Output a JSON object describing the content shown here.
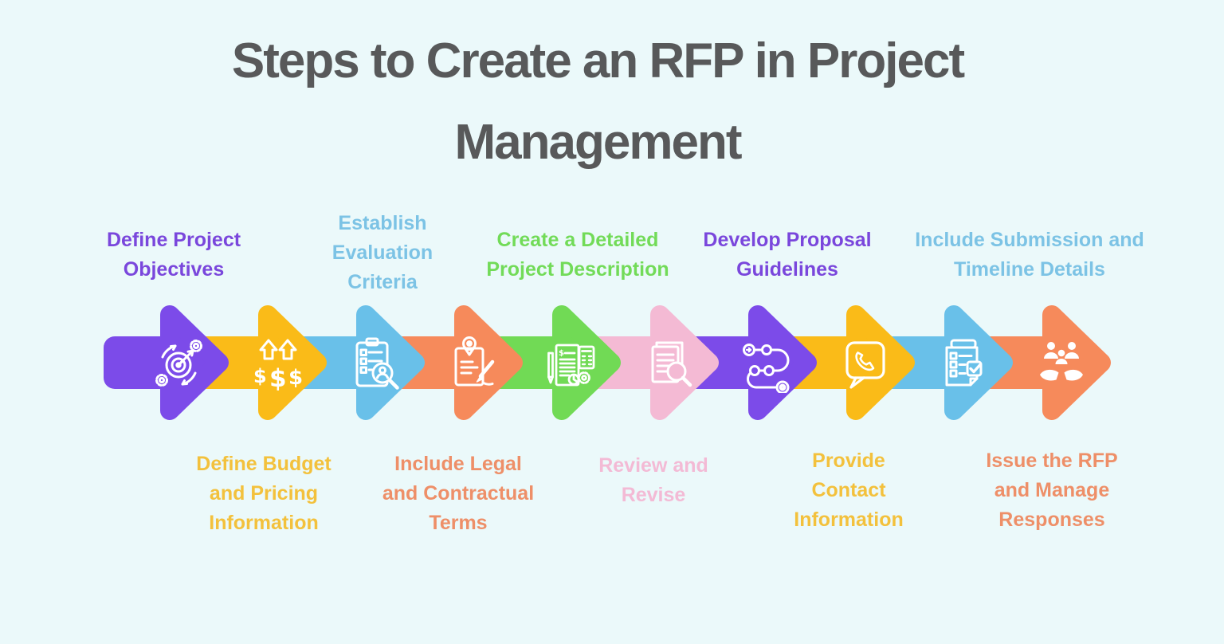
{
  "title": {
    "line1": "Steps to Create an RFP in Project",
    "line2": "Management"
  },
  "colors": {
    "background": "#EBF9FA",
    "title_text": "#58595A",
    "purple": "#7C4BE9",
    "yellow": "#FABB18",
    "blue": "#69C0E9",
    "orange": "#F68A5B",
    "green": "#71DA55",
    "pink": "#F4BAD4"
  },
  "steps": [
    {
      "step": 1,
      "label": "Define Project Objectives",
      "label_lines": [
        "Define Project",
        "Objectives"
      ],
      "label_position": "top",
      "label_color": "#7A47DC",
      "arrow_color": "#7C4BE9",
      "icon": "target-gears-icon"
    },
    {
      "step": 2,
      "label": "Define Budget and Pricing Information",
      "label_lines": [
        "Define Budget",
        "and Pricing",
        "Information"
      ],
      "label_position": "bottom",
      "label_color": "#F3C13C",
      "arrow_color": "#FABB18",
      "icon": "dollar-growth-icon"
    },
    {
      "step": 3,
      "label": "Establish Evaluation Criteria",
      "label_lines": [
        "Establish",
        "Evaluation",
        "Criteria"
      ],
      "label_position": "top",
      "label_color": "#7CC3E5",
      "arrow_color": "#69C0E9",
      "icon": "evaluation-checklist-icon"
    },
    {
      "step": 4,
      "label": "Include Legal and Contractual Terms",
      "label_lines": [
        "Include Legal",
        "and Contractual",
        "Terms"
      ],
      "label_position": "bottom",
      "label_color": "#EE8F68",
      "arrow_color": "#F68A5B",
      "icon": "contract-location-icon"
    },
    {
      "step": 5,
      "label": "Create a Detailed Project Description",
      "label_lines": [
        "Create a Detailed",
        "Project Description"
      ],
      "label_position": "top",
      "label_color": "#72DB58",
      "arrow_color": "#71DA55",
      "icon": "detailed-document-icon"
    },
    {
      "step": 6,
      "label": "Review and Revise",
      "label_lines": [
        "Review and",
        "Revise"
      ],
      "label_position": "bottom",
      "label_color": "#F3BAD5",
      "arrow_color": "#F4BAD4",
      "icon": "document-review-icon"
    },
    {
      "step": 7,
      "label": "Develop Proposal Guidelines",
      "label_lines": [
        "Develop Proposal",
        "Guidelines"
      ],
      "label_position": "top",
      "label_color": "#7A47DC",
      "arrow_color": "#7C4BE9",
      "icon": "process-flow-icon"
    },
    {
      "step": 8,
      "label": "Provide Contact Information",
      "label_lines": [
        "Provide",
        "Contact",
        "Information"
      ],
      "label_position": "bottom",
      "label_color": "#F3C13C",
      "arrow_color": "#FABB18",
      "icon": "phone-chat-icon"
    },
    {
      "step": 9,
      "label": "Include Submission and Timeline Details",
      "label_lines": [
        "Include Submission and",
        "Timeline Details"
      ],
      "label_position": "top",
      "label_color": "#7CC3E5",
      "arrow_color": "#69C0E9",
      "icon": "submission-checklist-icon"
    },
    {
      "step": 10,
      "label": "Issue the RFP and Manage Responses",
      "label_lines": [
        "Issue the RFP",
        "and Manage",
        "Responses"
      ],
      "label_position": "bottom",
      "label_color": "#EE8F68",
      "arrow_color": "#F68A5B",
      "icon": "team-handover-icon"
    }
  ]
}
